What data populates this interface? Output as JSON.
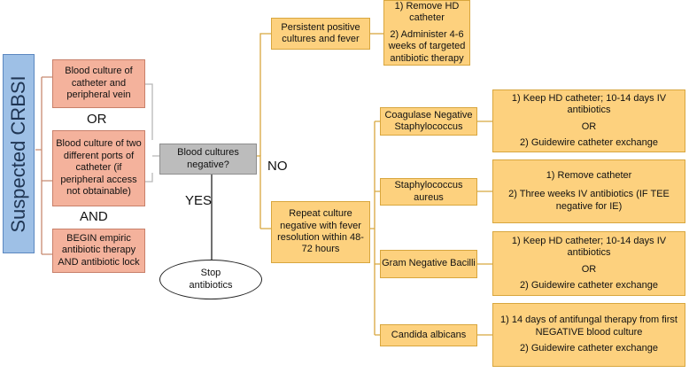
{
  "title": "Suspected CRBSI",
  "left_boxes": {
    "culture1": "Blood culture of catheter and peripheral vein",
    "or": "OR",
    "culture2": "Blood culture of two different ports of catheter (if peripheral access not obtainable)",
    "and": "AND",
    "begin": "BEGIN empiric antibiotic therapy AND antibiotic lock"
  },
  "question": "Blood cultures negative?",
  "yes": "YES",
  "no": "NO",
  "stop": {
    "line1": "Stop",
    "line2": "antibiotics"
  },
  "persistent": "Persistent positive cultures and fever",
  "persistent_action": {
    "step1": "1) Remove HD catheter",
    "step2": "2) Administer 4-6 weeks of targeted antibiotic therapy"
  },
  "repeat": "Repeat culture negative with fever resolution within 48-72 hours",
  "organisms": [
    {
      "name": "Coagulase Negative Staphylococcus"
    },
    {
      "name": "Staphylococcus aureus"
    },
    {
      "name": "Gram Negative Bacilli"
    },
    {
      "name": "Candida albicans"
    }
  ],
  "treatments": [
    {
      "step1": "1) Keep HD catheter; 10-14 days IV antibiotics",
      "or": "OR",
      "step2": "2) Guidewire catheter exchange"
    },
    {
      "step1": "1) Remove catheter",
      "step2": "2) Three weeks IV antibiotics (IF TEE negative for IE)"
    },
    {
      "step1": "1) Keep HD catheter; 10-14 days IV antibiotics",
      "or": "OR",
      "step2": "2) Guidewire catheter exchange"
    },
    {
      "step1": "1) 14 days of antifungal therapy from first NEGATIVE blood culture",
      "step2": "2) Guidewire catheter exchange"
    }
  ]
}
